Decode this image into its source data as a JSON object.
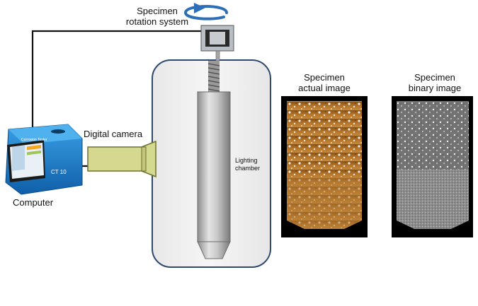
{
  "labels": {
    "rotation_line1": "Specimen",
    "rotation_line2": "rotation system",
    "camera": "Digital camera",
    "computer": "Computer",
    "lighting_line1": "Lighting",
    "lighting_line2": "chamber",
    "actual_line1": "Specimen",
    "actual_line2": "actual image",
    "binary_line1": "Specimen",
    "binary_line2": "binary image",
    "screen_header": "Corrosion Tester",
    "device_model": "CT 10"
  },
  "icons": [
    "rotation-arrow-icon",
    "motor-icon",
    "camera-icon",
    "computer-icon"
  ],
  "colors": {
    "chamber_border": "#2f4a6e",
    "camera_fill": "#d5d88f",
    "computer_blue": "#1b86d4",
    "rust": "#a8671e"
  }
}
